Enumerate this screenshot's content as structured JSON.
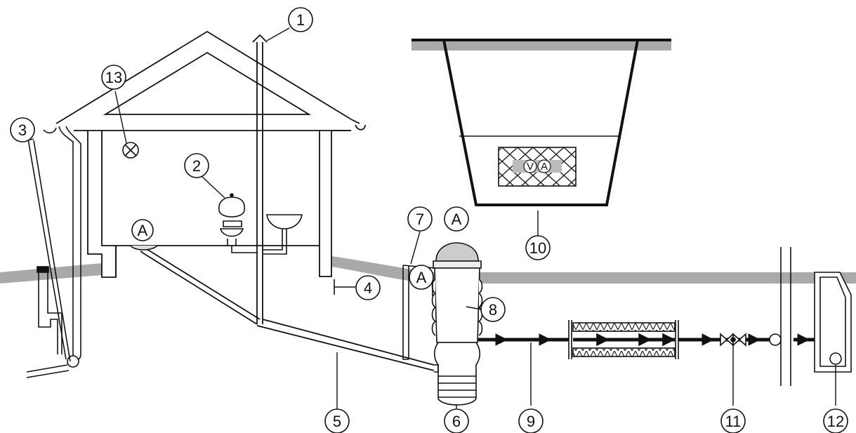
{
  "colors": {
    "stroke": "#111111",
    "ground": "#a9a9a9",
    "background": "#ffffff"
  },
  "callouts": {
    "c1": "1",
    "c2": "2",
    "c3": "3",
    "c4": "4",
    "c5": "5",
    "c6": "6",
    "c7": "7",
    "c8": "8",
    "c9": "9",
    "c10": "10",
    "c11": "11",
    "c12": "12",
    "c13": "13"
  },
  "markers": {
    "a_floor_drain": "A",
    "a_standalone": "A",
    "a_tank_top": "A",
    "inset_v": "V",
    "inset_a": "A"
  },
  "icons": {
    "vent_cap": "vent-cap-icon",
    "lamp": "cross-circle-lamp-icon",
    "toilet": "toilet-icon",
    "sink": "washbasin-icon",
    "valve": "gate-valve-icon"
  }
}
